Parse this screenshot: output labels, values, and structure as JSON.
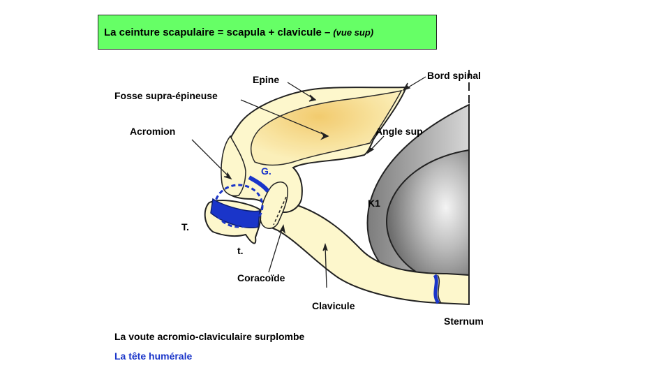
{
  "slide": {
    "title_main": "La ceinture scapulaire = scapula + clavicule –",
    "title_sub": "(vue sup)"
  },
  "labels": {
    "epine": "Epine",
    "bord_spinal": "Bord spinal",
    "fosse": "Fosse supra-épineuse",
    "acromion": "Acromion",
    "angle_sup": "Angle sup",
    "glene": "G.",
    "k1": "K1",
    "big_t": "T.",
    "small_t": "t.",
    "coracoide": "Coracoïde",
    "clavicule": "Clavicule",
    "sternum": "Sternum"
  },
  "notes": {
    "voute": "La voute acromio-claviculaire surplombe",
    "tete": "La tête humérale"
  },
  "colors": {
    "title_bg": "#66ff66",
    "bone": "#fdf7cc",
    "bone_shade": "#f3cf6a",
    "humeral_blue": "#1a35c9",
    "thorax_gray": "#9a9a9a"
  }
}
